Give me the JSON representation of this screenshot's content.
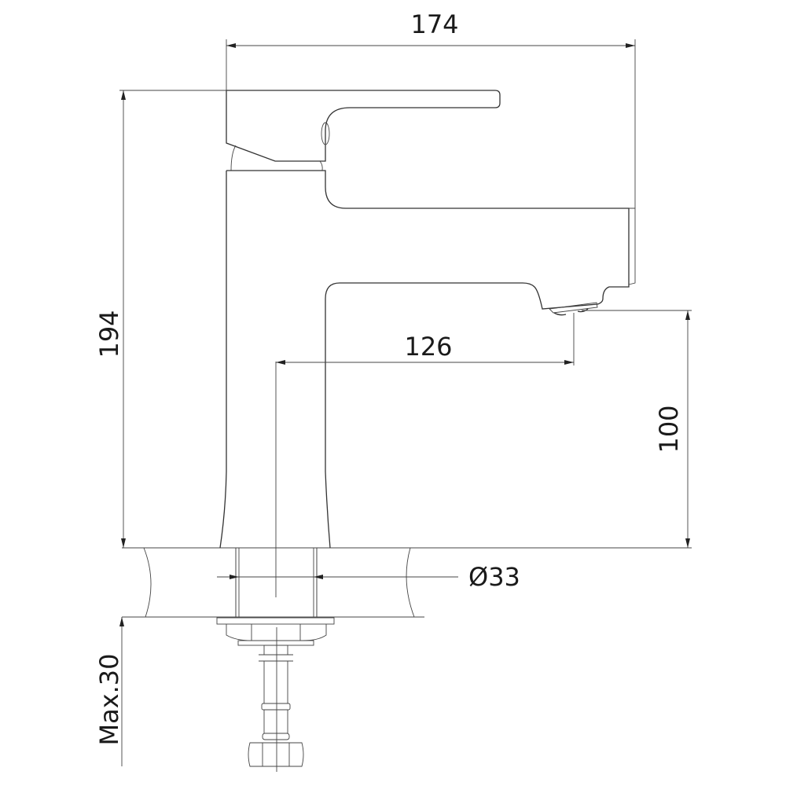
{
  "drawing": {
    "subject": "Single-lever basin faucet technical drawing",
    "units": "mm",
    "line_color": "#333333",
    "background": "#ffffff"
  },
  "dimensions": {
    "overall_length": "174",
    "overall_height": "194",
    "spout_reach": "126",
    "spout_height": "100",
    "mounting_hole_diameter": "Ø33",
    "max_countertop_thickness": "Max.30"
  }
}
